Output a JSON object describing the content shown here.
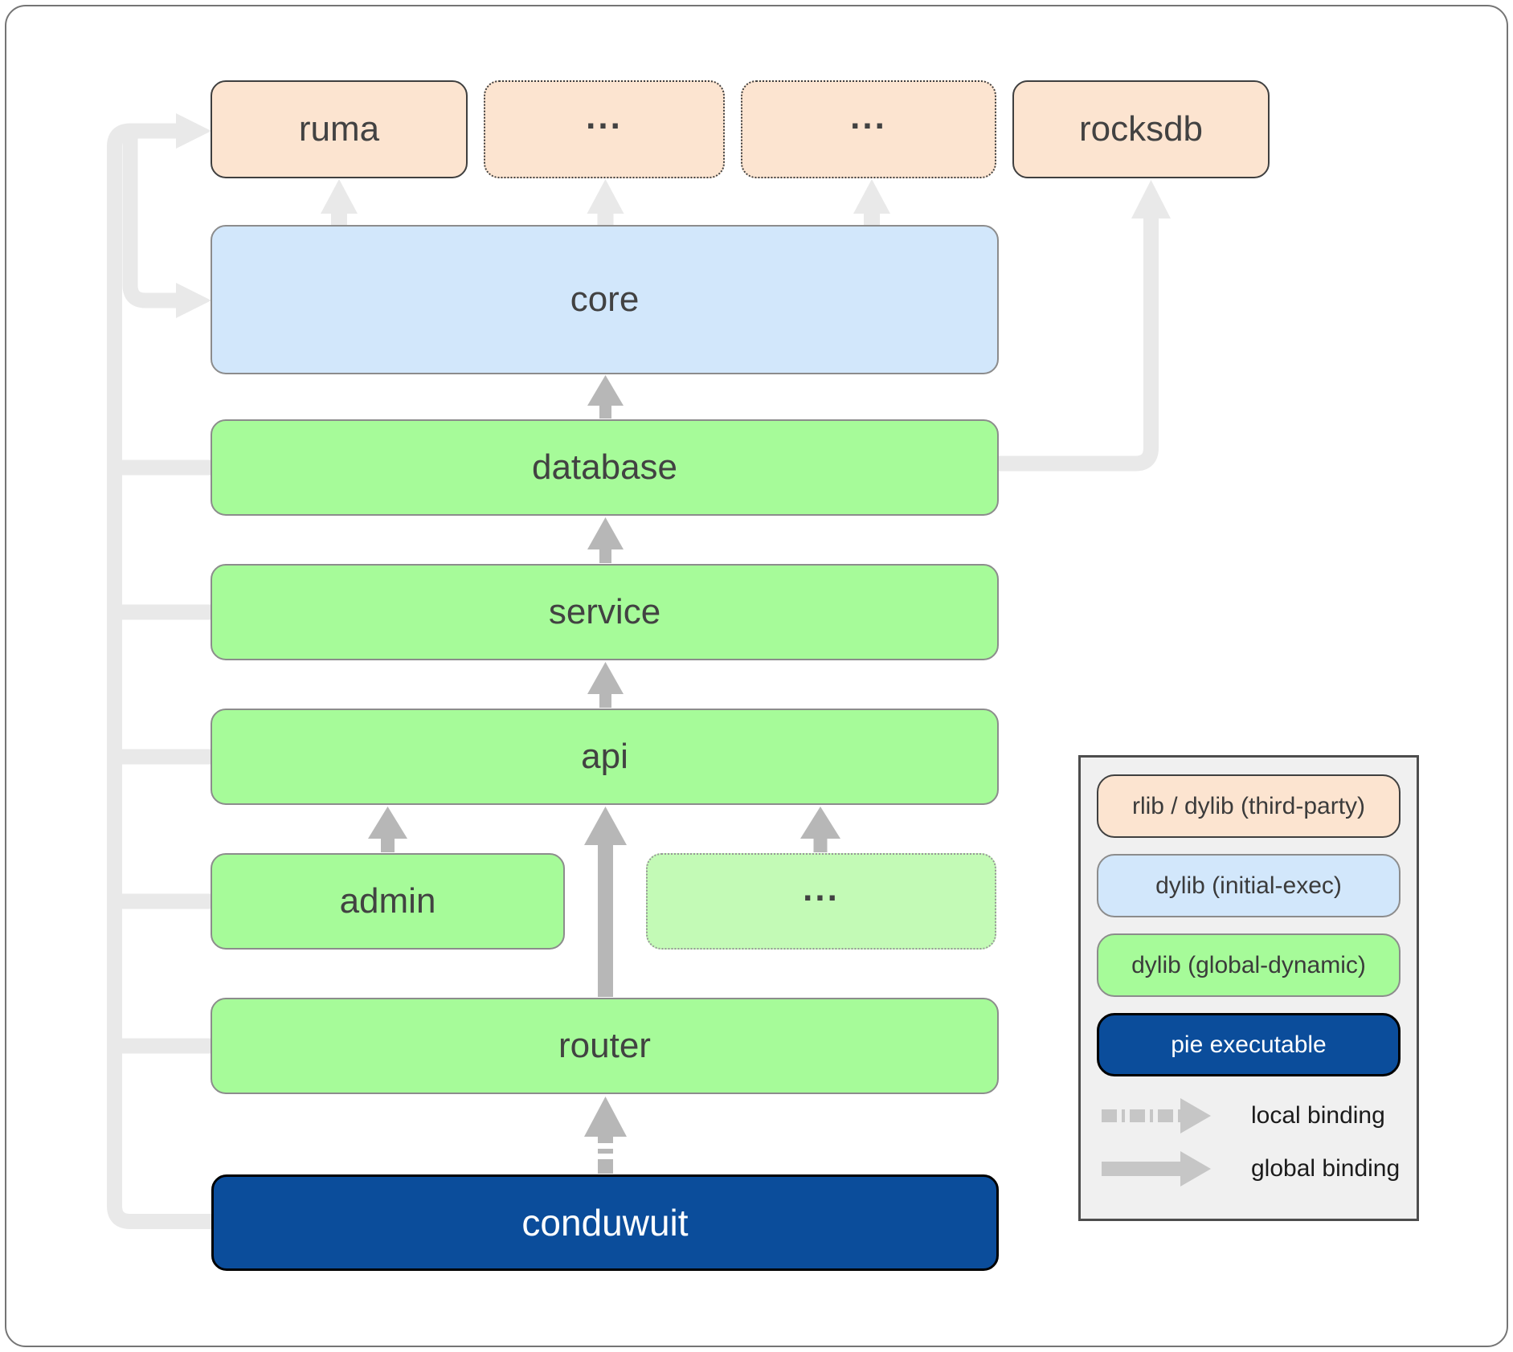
{
  "nodes": {
    "ruma": "ruma",
    "ellipsis_top_1": "...",
    "ellipsis_top_2": "...",
    "rocksdb": "rocksdb",
    "core": "core",
    "database": "database",
    "service": "service",
    "api": "api",
    "admin": "admin",
    "ellipsis_mid": "...",
    "router": "router",
    "conduwuit": "conduwuit"
  },
  "legend": {
    "items": [
      {
        "label": "rlib / dylib (third-party)",
        "color": "#fce4d0"
      },
      {
        "label": "dylib (initial-exec)",
        "color": "#d2e7fb"
      },
      {
        "label": "dylib (global-dynamic)",
        "color": "#a6fb99"
      },
      {
        "label": "pie executable",
        "color": "#0b4d9b"
      }
    ],
    "bindings": [
      {
        "label": "local binding",
        "style": "dashed-arrow"
      },
      {
        "label": "global binding",
        "style": "solid-arrow"
      }
    ]
  },
  "colors": {
    "third_party_fill": "#fce4d0",
    "initial_exec_fill": "#d2e7fb",
    "global_dynamic_fill": "#a6fb99",
    "global_dynamic_light_fill": "#c3fab6",
    "pie_executable_fill": "#0b4d9b",
    "light_arrow": "#e9e9e9",
    "medium_arrow": "#b7b7b7",
    "legend_arrow": "#c6c6c6",
    "legend_background": "#f0f0f0",
    "label_text": "#424242"
  }
}
